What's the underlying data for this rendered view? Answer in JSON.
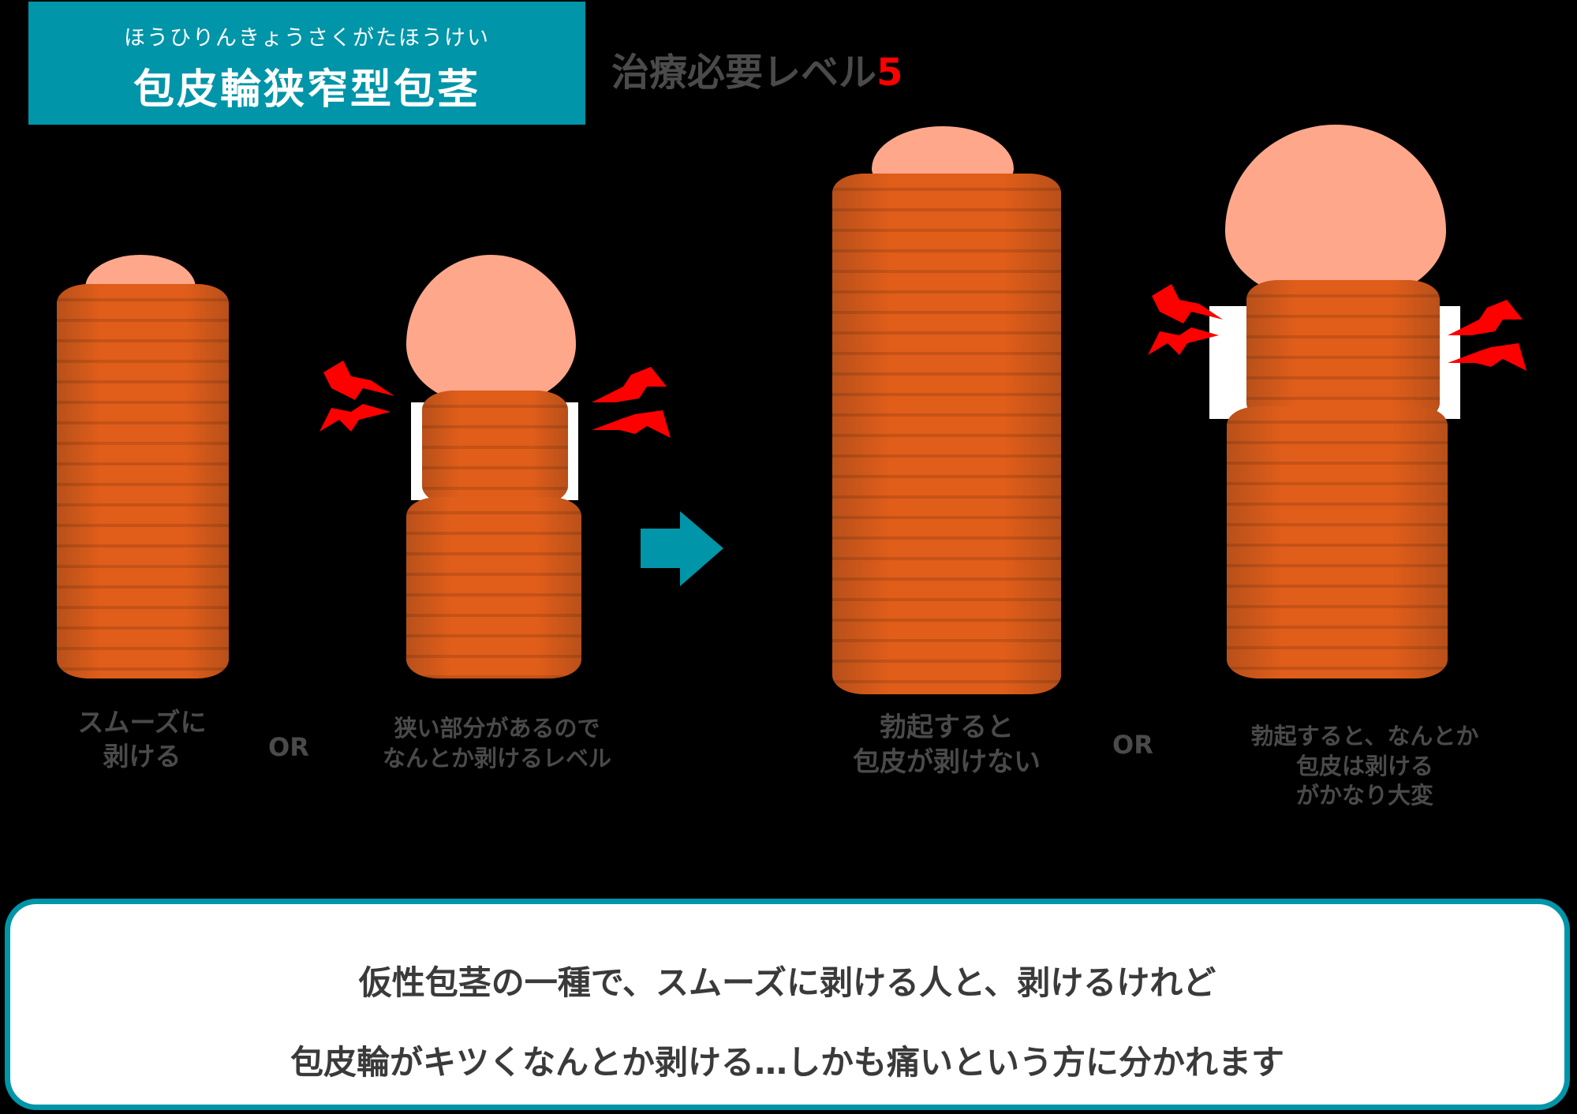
{
  "header": {
    "ruby": "ほうひりんきょうさくがたほうけい",
    "title": "包皮輪狭窄型包茎",
    "level_label": "治療必要レベル",
    "level_value": "5"
  },
  "figures": [
    {
      "caption": [
        "スムーズに",
        "剥ける"
      ]
    },
    {
      "caption": [
        "狭い部分があるので",
        "なんとか剥けるレベル"
      ]
    },
    {
      "caption": [
        "勃起すると",
        "包皮が剥けない"
      ]
    },
    {
      "caption": [
        "勃起すると、なんとか",
        "包皮は剥ける",
        "がかなり大変"
      ]
    }
  ],
  "connectors": {
    "or_1": "OR",
    "or_2": "OR"
  },
  "colors": {
    "accent": "#0095a8",
    "level_number": "#ff0000",
    "pain_bolt": "#ff0000",
    "skin": "#e05d1a",
    "glans": "#fea78b",
    "text": "#4a4a4a"
  },
  "summary": {
    "line1": "仮性包茎の一種で、スムーズに剥ける人と、剥けるけれど",
    "line2": "包皮輪がキツくなんとか剥ける…しかも痛いという方に分かれます"
  }
}
